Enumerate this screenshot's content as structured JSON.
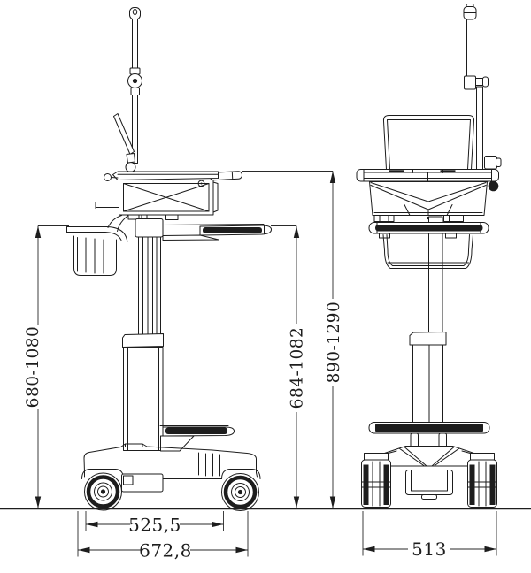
{
  "diagram": {
    "background": "#ffffff",
    "line_color": "#1d1d1d",
    "dimensions": {
      "basket_height_range": "680-1080",
      "tray_height_range": "684-1082",
      "worktop_height_range": "890-1290",
      "wheel_center_distance": "525,5",
      "base_overall_depth": "672,8",
      "base_overall_width": "513"
    }
  }
}
